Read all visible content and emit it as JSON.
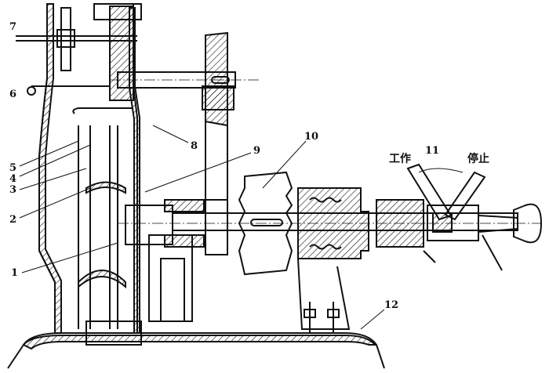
{
  "labels": {
    "l1": "1",
    "l2": "2",
    "l3": "3",
    "l4": "4",
    "l5": "5",
    "l6": "6",
    "l7": "7",
    "l8": "8",
    "l9": "9",
    "l10": "10",
    "l11": "11",
    "l12": "12"
  },
  "lever": {
    "work": "工作",
    "stop": "停止"
  }
}
